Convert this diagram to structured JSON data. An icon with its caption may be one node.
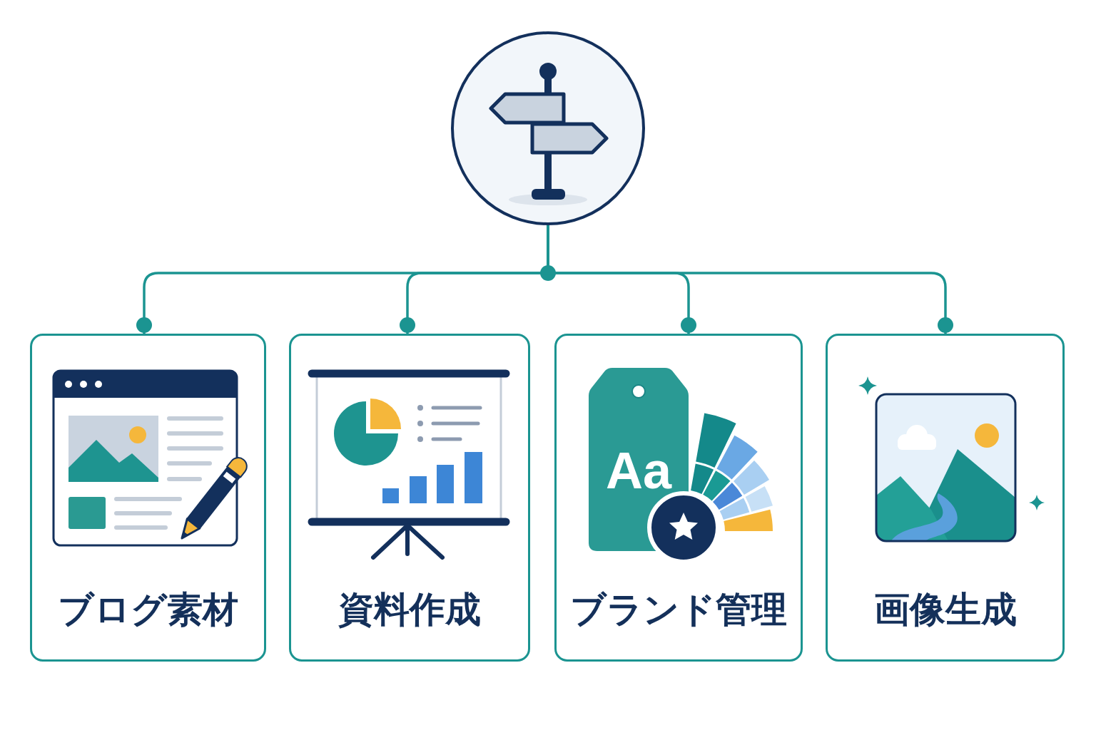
{
  "diagram": {
    "nodes": [
      {
        "text": [],
        "shape": "circle"
      },
      {
        "text": [
          "ブログ素材"
        ]
      },
      {
        "text": [
          "資料作成"
        ]
      },
      {
        "text": [
          "ブランド管理"
        ]
      },
      {
        "text": [
          "画像生成"
        ]
      }
    ],
    "edges": [
      {
        "from": 0,
        "to": 1,
        "arrow": "other"
      },
      {
        "from": 0,
        "to": 2,
        "arrow": "other"
      },
      {
        "from": 0,
        "to": 3,
        "arrow": "other"
      },
      {
        "from": 0,
        "to": 4,
        "arrow": "other"
      }
    ],
    "labels": [
      "Aa"
    ]
  }
}
